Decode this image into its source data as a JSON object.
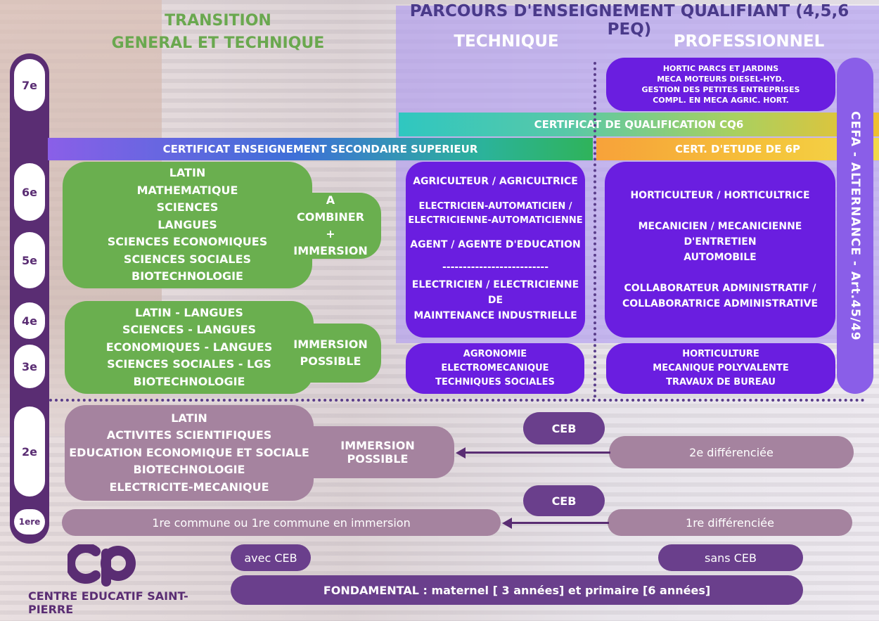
{
  "headings": {
    "transition_line1": "TRANSITION",
    "transition_line2": "GENERAL ET TECHNIQUE",
    "peq_title": "PARCOURS D'ENSEIGNEMENT QUALIFIANT  (4,5,6 PEQ)",
    "technique": "TECHNIQUE",
    "professionnel": "PROFESSIONNEL"
  },
  "grades": [
    "7e",
    "6e",
    "5e",
    "4e",
    "3e",
    "2e",
    "1ere"
  ],
  "certificates": {
    "cq6": "CERTIFICAT DE QUALIFICATION CQ6",
    "cess": "CERTIFICAT ENSEIGNEMENT SECONDAIRE SUPERIEUR",
    "cert6p": "CERT. D'ETUDE DE 6P",
    "cefa": "CEFA - ALTERNANCE - Art.45/49"
  },
  "seventh_year": [
    "HORTIC PARCS ET JARDINS",
    "MECA MOTEURS DIESEL-HYD.",
    "GESTION DES PETITES ENTREPRISES",
    "COMPL. EN MECA AGRIC. HORT."
  ],
  "general_upper": {
    "subjects": [
      "LATIN",
      "MATHEMATIQUE",
      "SCIENCES",
      "LANGUES",
      "SCIENCES ECONOMIQUES",
      "SCIENCES SOCIALES",
      "BIOTECHNOLOGIE"
    ],
    "side": [
      "A COMBINER",
      "+",
      "IMMERSION"
    ]
  },
  "general_lower": {
    "subjects": [
      "LATIN - LANGUES",
      "SCIENCES - LANGUES",
      "ECONOMIQUES - LANGUES",
      "SCIENCES SOCIALES - LGS",
      "BIOTECHNOLOGIE"
    ],
    "side": [
      "IMMERSION",
      "POSSIBLE"
    ]
  },
  "technique_upper": {
    "l1": "AGRICULTEUR / AGRICULTRICE",
    "l2": "ELECTRICIEN-AUTOMATICIEN /",
    "l3": "ELECTRICIENNE-AUTOMATICIENNE",
    "l4": "AGENT / AGENTE D'EDUCATION",
    "sep": "--------------------------",
    "l5": "ELECTRICIEN / ELECTRICIENNE DE",
    "l6": "MAINTENANCE INDUSTRIELLE"
  },
  "technique_lower": [
    "AGRONOMIE",
    "ELECTROMECANIQUE",
    "TECHNIQUES SOCIALES"
  ],
  "professionnel_upper": {
    "l1": "HORTICULTEUR / HORTICULTRICE",
    "l2": "MECANICIEN / MECANICIENNE D'ENTRETIEN",
    "l3": "AUTOMOBILE",
    "l4": "COLLABORATEUR ADMINISTRATIF /",
    "l5": "COLLABORATRICE ADMINISTRATIVE"
  },
  "professionnel_lower": [
    "HORTICULTURE",
    "MECANIQUE POLYVALENTE",
    "TRAVAUX DE BUREAU"
  ],
  "second_year": {
    "subjects": [
      "LATIN",
      "ACTIVITES SCIENTIFIQUES",
      "EDUCATION ECONOMIQUE ET SOCIALE",
      "BIOTECHNOLOGIE",
      "ELECTRICITE-MECANIQUE"
    ],
    "side": "IMMERSION POSSIBLE",
    "ceb": "CEB",
    "differenciee": "2e différenciée"
  },
  "first_year": {
    "commune": "1re commune ou 1re commune en immersion",
    "ceb": "CEB",
    "differenciee": "1re différenciée"
  },
  "fondamental": {
    "avec": "avec CEB",
    "sans": "sans CEB",
    "label": "FONDAMENTAL : maternel [ 3 années] et primaire [6 années]"
  },
  "logo": {
    "mark": "cp",
    "name": "CENTRE EDUCATIF SAINT-PIERRE"
  }
}
